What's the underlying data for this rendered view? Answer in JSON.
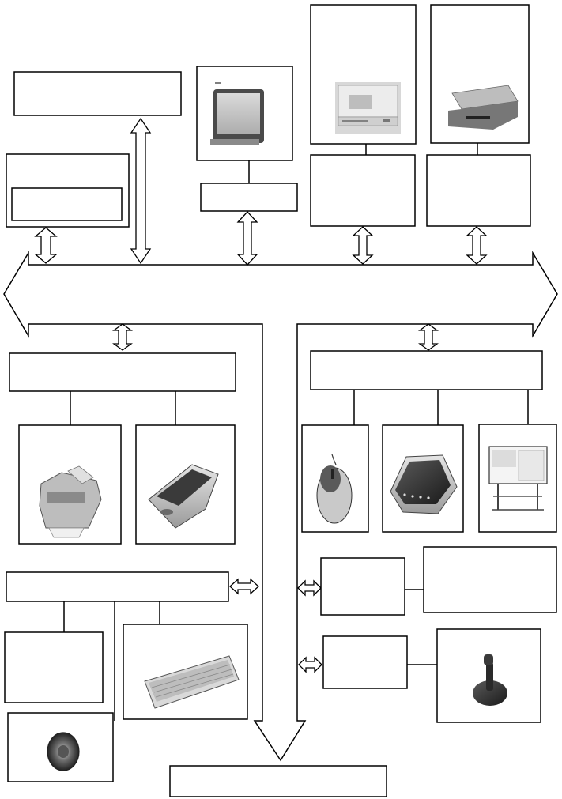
{
  "diagram": {
    "background": "#ffffff",
    "stroke_color": "#000000",
    "device_images": [
      {
        "id": "monitor",
        "icon": "monitor-icon"
      },
      {
        "id": "cd-drive",
        "icon": "optical-drive-icon"
      },
      {
        "id": "floppy-drive",
        "icon": "floppy-drive-icon"
      },
      {
        "id": "printer",
        "icon": "printer-icon"
      },
      {
        "id": "scanner",
        "icon": "scanner-icon"
      },
      {
        "id": "mouse",
        "icon": "mouse-icon"
      },
      {
        "id": "modem",
        "icon": "modem-icon"
      },
      {
        "id": "plotter",
        "icon": "plotter-icon"
      },
      {
        "id": "keyboard",
        "icon": "keyboard-icon"
      },
      {
        "id": "speaker",
        "icon": "speaker-icon"
      },
      {
        "id": "joystick",
        "icon": "joystick-icon"
      }
    ],
    "blank_boxes": [
      "top-left-box",
      "left-outer-box",
      "left-inner-box",
      "monitor-controller-box",
      "cd-controller-box",
      "floppy-controller-box",
      "left-adapter-box",
      "right-adapter-box",
      "bottom-left-adapter-box",
      "bottom-left-device-box",
      "right-controller-box-1",
      "right-device-box-1",
      "right-controller-box-2",
      "bottom-center-box"
    ]
  }
}
